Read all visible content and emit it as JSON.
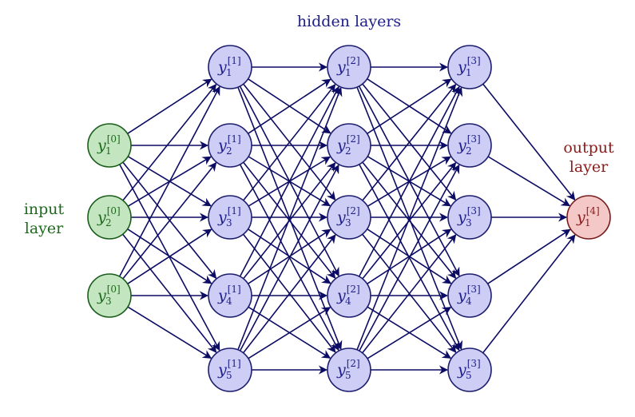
{
  "labels": {
    "hidden": "hidden layers",
    "input": [
      "input",
      "layer"
    ],
    "output": [
      "output",
      "layer"
    ]
  },
  "colors": {
    "input_fill": "#c3e6c0",
    "input_stroke": "#1a5c1a",
    "input_text": "#1c6a1c",
    "hidden_fill": "#cdcdf5",
    "hidden_stroke": "#1d1d6e",
    "hidden_text": "#1e1e8a",
    "output_fill": "#f5c8c8",
    "output_stroke": "#7a1d1d",
    "output_text": "#8b1a1a",
    "edge": "#0c0c64"
  },
  "layers": [
    {
      "name": "input",
      "kind": "input",
      "nodes": [
        {
          "var": "y",
          "sup": "[0]",
          "sub": "1"
        },
        {
          "var": "y",
          "sup": "[0]",
          "sub": "2"
        },
        {
          "var": "y",
          "sup": "[0]",
          "sub": "3"
        }
      ]
    },
    {
      "name": "hidden-1",
      "kind": "hidden",
      "nodes": [
        {
          "var": "y",
          "sup": "[1]",
          "sub": "1"
        },
        {
          "var": "y",
          "sup": "[1]",
          "sub": "2"
        },
        {
          "var": "y",
          "sup": "[1]",
          "sub": "3"
        },
        {
          "var": "y",
          "sup": "[1]",
          "sub": "4"
        },
        {
          "var": "y",
          "sup": "[1]",
          "sub": "5"
        }
      ]
    },
    {
      "name": "hidden-2",
      "kind": "hidden",
      "nodes": [
        {
          "var": "y",
          "sup": "[2]",
          "sub": "1"
        },
        {
          "var": "y",
          "sup": "[2]",
          "sub": "2"
        },
        {
          "var": "y",
          "sup": "[2]",
          "sub": "3"
        },
        {
          "var": "y",
          "sup": "[2]",
          "sub": "4"
        },
        {
          "var": "y",
          "sup": "[2]",
          "sub": "5"
        }
      ]
    },
    {
      "name": "hidden-3",
      "kind": "hidden",
      "nodes": [
        {
          "var": "y",
          "sup": "[3]",
          "sub": "1"
        },
        {
          "var": "y",
          "sup": "[3]",
          "sub": "2"
        },
        {
          "var": "y",
          "sup": "[3]",
          "sub": "3"
        },
        {
          "var": "y",
          "sup": "[3]",
          "sub": "4"
        },
        {
          "var": "y",
          "sup": "[3]",
          "sub": "5"
        }
      ]
    },
    {
      "name": "output",
      "kind": "output",
      "nodes": [
        {
          "var": "y",
          "sup": "[4]",
          "sub": "1"
        }
      ]
    }
  ]
}
